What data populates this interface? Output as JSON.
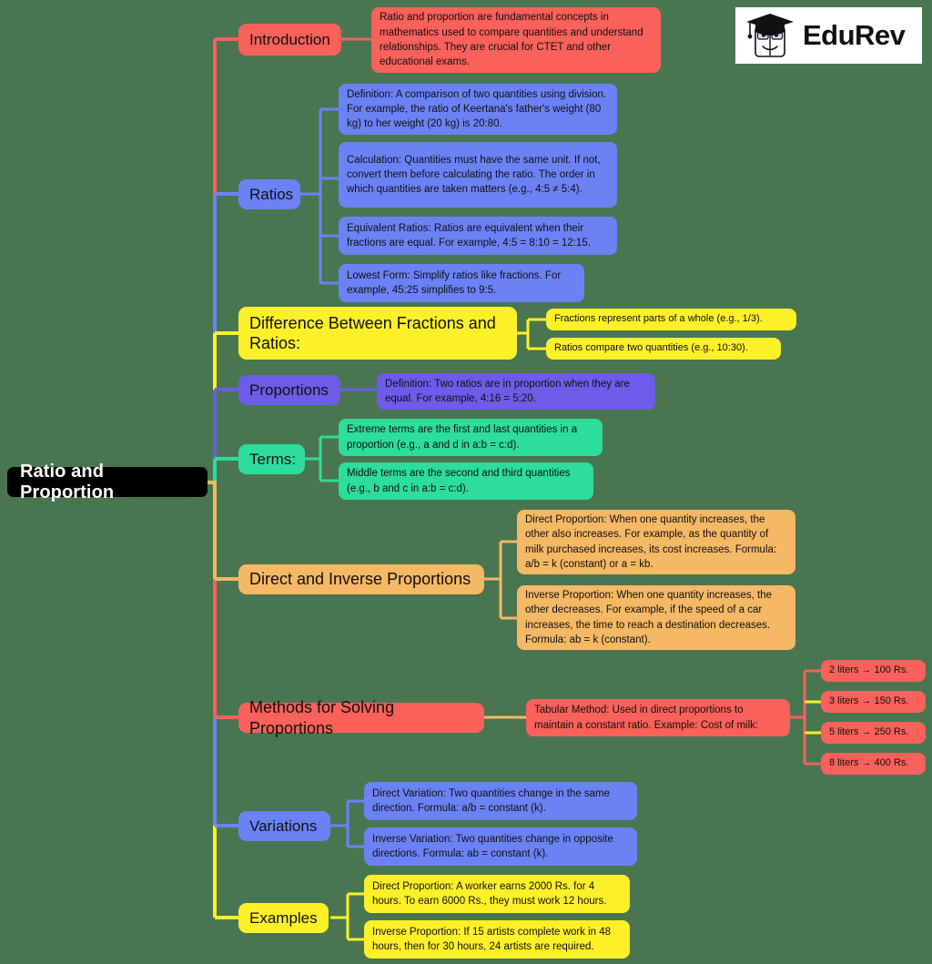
{
  "brand": {
    "name": "EduRev",
    "logo_icon": "graduation-book-mascot-icon"
  },
  "mindmap": {
    "root": {
      "label": "Ratio and Proportion",
      "color": "#000000",
      "text_color": "#ffffff"
    },
    "background_color": "#4a7551",
    "branches": [
      {
        "id": "introduction",
        "label": "Introduction",
        "color": "#f9615a",
        "children": [
          {
            "text": "Ratio and proportion are fundamental concepts in mathematics used to compare quantities and understand relationships. They are crucial for CTET and other educational exams."
          }
        ]
      },
      {
        "id": "ratios",
        "label": "Ratios",
        "color": "#6b82f5",
        "children": [
          {
            "text": "Definition: A comparison of two quantities using division. For example, the ratio of Keertana's father's weight (80 kg) to her weight (20 kg) is 20:80."
          },
          {
            "text": "Calculation: Quantities must have the same unit. If not, convert them before calculating the ratio. The order in which quantities are taken matters (e.g., 4:5 ≠ 5:4)."
          },
          {
            "text": "Equivalent Ratios: Ratios are equivalent when their fractions are equal. For example, 4:5 = 8:10 = 12:15."
          },
          {
            "text": "Lowest Form: Simplify ratios like fractions. For example, 45:25 simplifies to 9:5."
          }
        ]
      },
      {
        "id": "difference",
        "label": "Difference Between Fractions and Ratios:",
        "color": "#fdf029",
        "children": [
          {
            "text": "Fractions represent parts of a whole (e.g., 1/3)."
          },
          {
            "text": "Ratios compare two quantities (e.g., 10:30)."
          }
        ]
      },
      {
        "id": "proportions",
        "label": "Proportions",
        "color": "#6c5ce7",
        "children": [
          {
            "text": "Definition: Two ratios are in proportion when they are equal. For example, 4:16 = 5:20."
          }
        ]
      },
      {
        "id": "terms",
        "label": "Terms:",
        "color": "#2ddd9b",
        "children": [
          {
            "text": "Extreme terms are the first and last quantities in a proportion (e.g., a and d in a:b = c:d)."
          },
          {
            "text": "Middle terms are the second and third quantities (e.g., b and c in a:b = c:d)."
          }
        ]
      },
      {
        "id": "direct-inverse",
        "label": "Direct and Inverse Proportions",
        "color": "#f5b865",
        "children": [
          {
            "text": "Direct Proportion: When one quantity increases, the other also increases. For example, as the quantity of milk purchased increases, its cost increases. Formula: a/b = k (constant) or a = kb."
          },
          {
            "text": "Inverse Proportion: When one quantity increases, the other decreases. For example, if the speed of a car increases, the time to reach a destination decreases. Formula: ab = k (constant)."
          }
        ]
      },
      {
        "id": "methods",
        "label": "Methods for Solving Proportions",
        "color": "#f9615a",
        "children": [
          {
            "text": "Tabular Method: Used in direct proportions to maintain a constant ratio. Example: Cost of milk:",
            "children": [
              {
                "text": "2 liters → 100 Rs."
              },
              {
                "text": "3 liters → 150 Rs."
              },
              {
                "text": "5 liters → 250 Rs."
              },
              {
                "text": "8 liters → 400 Rs."
              }
            ]
          }
        ]
      },
      {
        "id": "variations",
        "label": "Variations",
        "color": "#6b82f5",
        "children": [
          {
            "text": "Direct Variation: Two quantities change in the same direction. Formula: a/b = constant (k)."
          },
          {
            "text": "Inverse Variation: Two quantities change in opposite directions. Formula: ab = constant (k)."
          }
        ]
      },
      {
        "id": "examples",
        "label": "Examples",
        "color": "#fdf029",
        "children": [
          {
            "text": "Direct Proportion: A worker earns 2000 Rs. for 4 hours. To earn 6000 Rs., they must work 12 hours."
          },
          {
            "text": "Inverse Proportion: If 15 artists complete work in 48 hours, then for 30 hours, 24 artists are required."
          }
        ]
      }
    ]
  }
}
